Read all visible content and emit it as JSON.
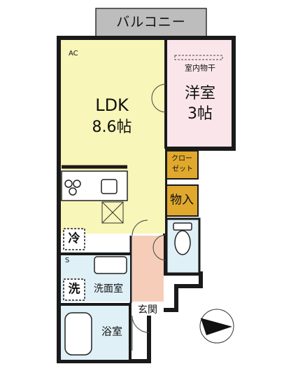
{
  "floorplan": {
    "rooms": {
      "balcony": {
        "label": "バルコニー"
      },
      "ac": {
        "label": "AC"
      },
      "ldk": {
        "label": "LDK",
        "size": "8.6帖"
      },
      "western_room": {
        "label": "洋室",
        "size": "3帖",
        "drying": "室内物干"
      },
      "closet": {
        "label_line1": "クロー",
        "label_line2": "ゼット"
      },
      "storage": {
        "label": "物入"
      },
      "refrigerator": {
        "label": "冷"
      },
      "washing_machine": {
        "label": "洗"
      },
      "washroom": {
        "label": "洗面室"
      },
      "bathroom": {
        "label": "浴室"
      },
      "entrance": {
        "label": "玄関"
      },
      "shoe_box": {
        "label": "S"
      }
    },
    "colors": {
      "ldk": "#f8f6b8",
      "western_room": "#fae6ea",
      "closet": "#e0a92e",
      "wet_area": "#dff0f7",
      "entrance": "#f6cdb8",
      "balcony": "#bdbdbd",
      "wall": "#1a1a1a"
    },
    "compass": {
      "direction": "north-east",
      "icon": "north-arrow-icon"
    }
  }
}
